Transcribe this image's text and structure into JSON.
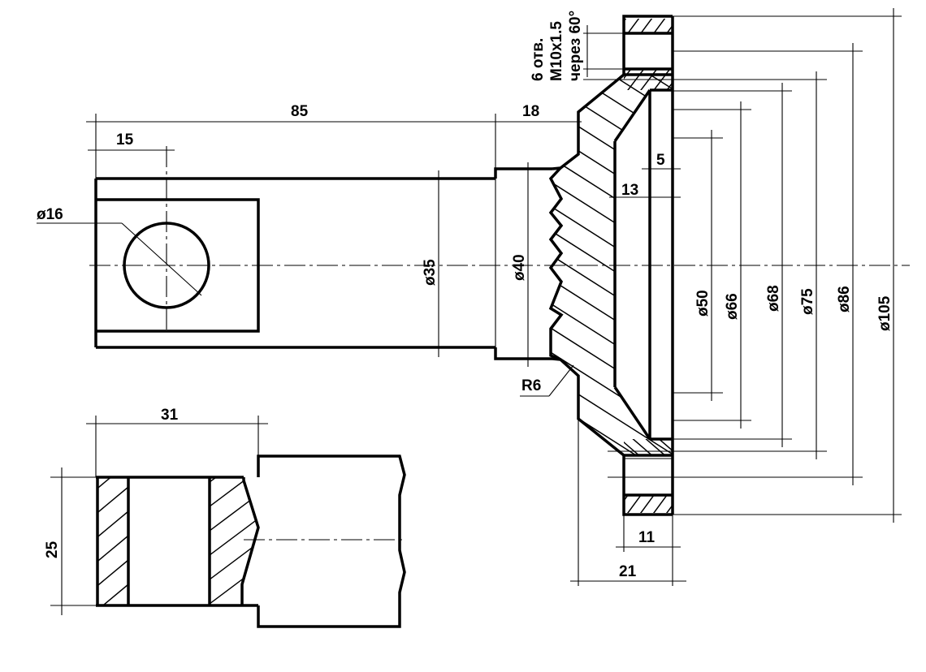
{
  "drawing": {
    "dimensions": {
      "len_85": "85",
      "len_15": "15",
      "len_18": "18",
      "hole_dia_16": "ø16",
      "dia_35": "ø35",
      "dia_40": "ø40",
      "len_5": "5",
      "len_13": "13",
      "dia_50": "ø50",
      "dia_66": "ø66",
      "dia_68": "ø68",
      "dia_75": "ø75",
      "dia_86": "ø86",
      "dia_105": "ø105",
      "radius_6": "R6",
      "len_11": "11",
      "len_21": "21",
      "len_31": "31",
      "height_25": "25"
    },
    "note": {
      "line1": "6 отв.",
      "line2": "М10х1.5",
      "line3": "через 60°"
    }
  }
}
